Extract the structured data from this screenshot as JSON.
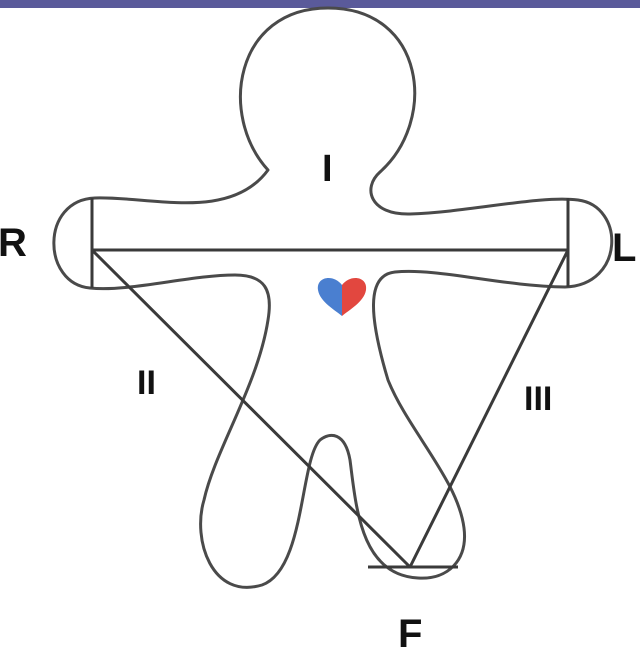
{
  "labels": {
    "lead_I": "I",
    "lead_II": "II",
    "lead_III": "III",
    "electrode_R": "R",
    "electrode_L": "L",
    "electrode_F": "F"
  },
  "colors": {
    "outline": "#4a4a4a",
    "triangle": "#3a3a3a",
    "heart_left": "#4a7fd0",
    "heart_right": "#e2473f",
    "top_bar": "#5a5a9a"
  }
}
